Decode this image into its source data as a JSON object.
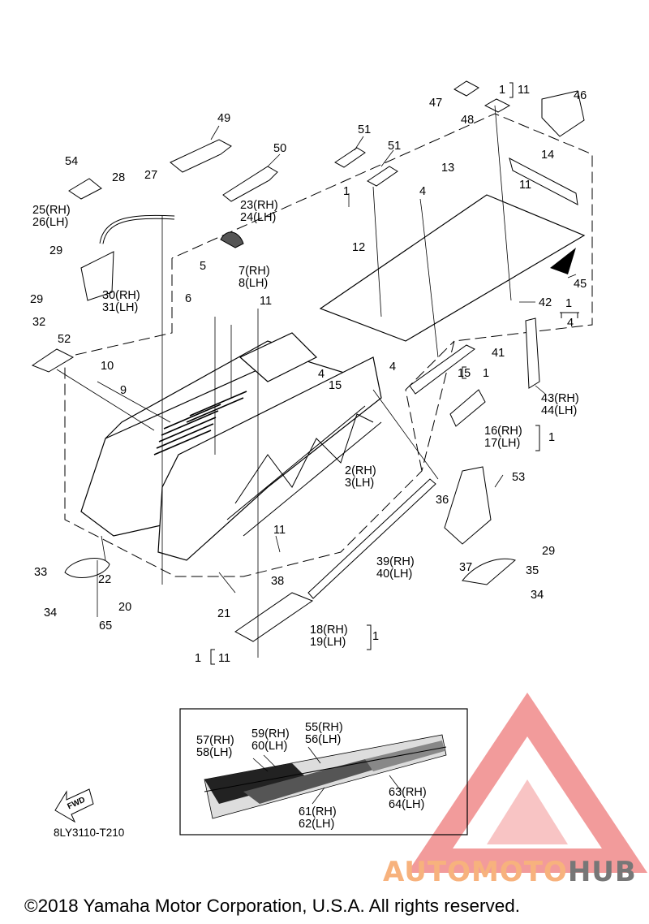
{
  "diagram": {
    "drawing_code": "8LY3110-T210",
    "copyright": "©2018 Yamaha Motor Corporation, U.S.A. All rights reserved.",
    "fwd_label": "FWD",
    "watermark": {
      "part1": "AUTOMOTO",
      "part2": "HUB",
      "color_accent": "#f7b27d",
      "color_dark": "#777777",
      "logo_color": "#f08a8a"
    },
    "labels": {
      "l1": "1",
      "l4a": "4",
      "l4b": "4",
      "l4c": "4",
      "l5": "5",
      "l6": "6",
      "l7_8": "7(RH)\n8(LH)",
      "l9": "9",
      "l10": "10",
      "l11a": "11",
      "l11b": "11",
      "l11c": "11",
      "l12": "12",
      "l13": "13",
      "l14": "14",
      "l15": "15",
      "l20": "20",
      "l21": "21",
      "l22": "22",
      "l23_24": "23(RH)\n24(LH)",
      "l25_26": "25(RH)\n26(LH)",
      "l27": "27",
      "l28": "28",
      "l29a": "29",
      "l29b": "29",
      "l29c": "29",
      "l30_31": "30(RH)\n31(LH)",
      "l32": "32",
      "l33": "33",
      "l34a": "34",
      "l34b": "34",
      "l35": "35",
      "l36": "36",
      "l37": "37",
      "l38": "38",
      "l39_40": "39(RH)\n40(LH)",
      "l41": "41",
      "l42": "42",
      "l43_44": "43(RH)\n44(LH)",
      "l45": "45",
      "l46": "46",
      "l47": "47",
      "l48": "48",
      "l49": "49",
      "l50": "50",
      "l51a": "51",
      "l51b": "51",
      "l52": "52",
      "l53": "53",
      "l54": "54",
      "l55_56": "55(RH)\n56(LH)",
      "l57_58": "57(RH)\n58(LH)",
      "l59_60": "59(RH)\n60(LH)",
      "l61_62": "61(RH)\n62(LH)",
      "l63_64": "63(RH)\n64(LH)",
      "l65": "65",
      "g1_11_top": "1",
      "g11_top": "11",
      "g15_1_a": "15",
      "g15_1_b": "1",
      "g16_17": "16(RH)\n17(LH)",
      "g16_1": "1",
      "g18_19": "18(RH)\n19(LH)",
      "g18_1": "1",
      "g1_11_bot": "1",
      "g11_bot": "11",
      "g2_3": "2(RH)\n3(LH)",
      "g1_4_a": "1",
      "g1_4_b": "4"
    }
  }
}
